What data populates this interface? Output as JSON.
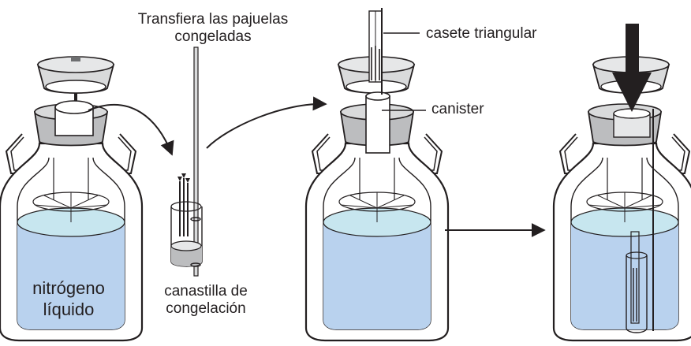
{
  "labels": {
    "transfer_line1": "Transfiera las pajuelas",
    "transfer_line2": "congeladas",
    "basket_line1": "canastilla de",
    "basket_line2": "congelación",
    "cassette": "casete triangular",
    "canister": "canister",
    "ln2_line1": "nitrógeno",
    "ln2_line2": "líquido"
  },
  "colors": {
    "outline": "#231f20",
    "liquid": "#b9d2ee",
    "liquid_surface": "#c7e6ef",
    "neck_gray": "#bcbdbf",
    "lid_gray": "#d9dadb",
    "white": "#ffffff"
  },
  "icons": {
    "arrow": "curved-arrow",
    "down_arrow": "thick-down-arrow"
  }
}
